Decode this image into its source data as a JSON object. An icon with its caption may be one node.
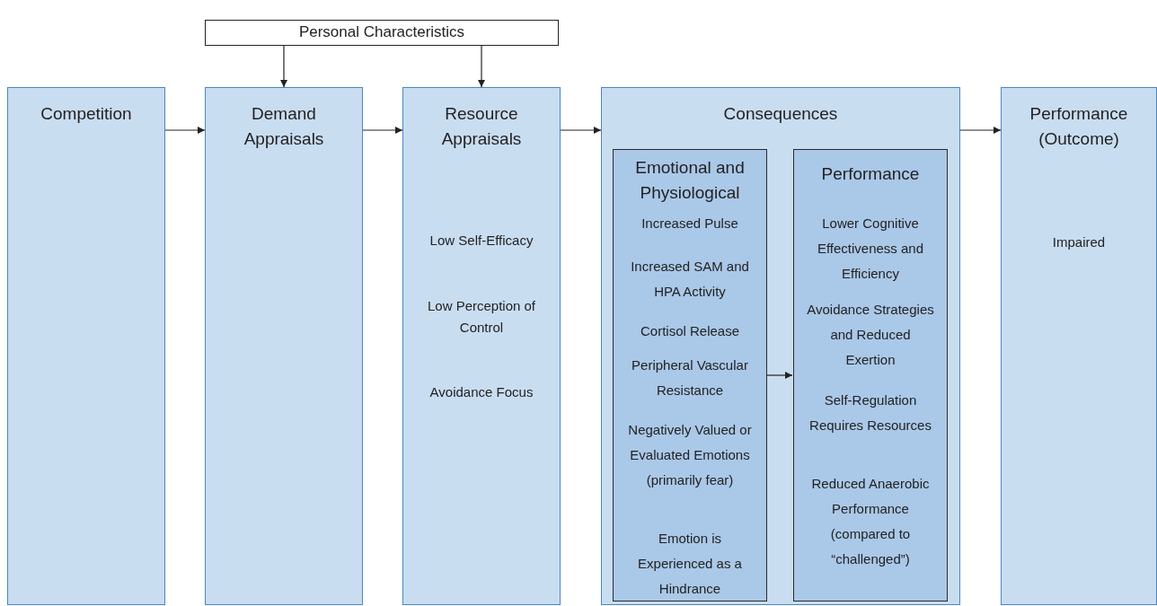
{
  "diagram": {
    "nodes": [
      {
        "text": [
          "Personal Characteristics"
        ]
      },
      {
        "text": [
          "Competition"
        ]
      },
      {
        "text": [
          "Demand Appraisals"
        ]
      },
      {
        "text": [
          "Resource Appraisals",
          "Low Self-Efficacy",
          "Low Perception of Control",
          "Avoidance Focus"
        ]
      },
      {
        "text": [
          "Consequences"
        ]
      },
      {
        "text": [
          "Emotional and Physiological",
          "Increased Pulse",
          "Increased SAM and HPA Activity",
          "Cortisol Release",
          "Peripheral Vascular Resistance",
          "Negatively Valued or Evaluated Emotions (primarily fear)",
          "Emotion is Experienced as a Hindrance"
        ],
        "in": 4
      },
      {
        "text": [
          "Performance",
          "Lower Cognitive Effectiveness and Efficiency",
          "Avoidance Strategies and Reduced Exertion",
          "Self-Regulation Requires Resources",
          "Reduced Anaerobic Performance (compared to “challenged”)"
        ],
        "in": 4
      },
      {
        "text": [
          "Performance (Outcome)",
          "Impaired"
        ]
      }
    ],
    "edges": [
      {
        "from": 0,
        "to": 2,
        "arrow": "to"
      },
      {
        "from": 0,
        "to": 3,
        "arrow": "to"
      },
      {
        "from": 1,
        "to": 2,
        "arrow": "to"
      },
      {
        "from": 2,
        "to": 3,
        "arrow": "to"
      },
      {
        "from": 3,
        "to": 4,
        "arrow": "to"
      },
      {
        "from": 5,
        "to": 6,
        "arrow": "to"
      },
      {
        "from": 4,
        "to": 7,
        "arrow": "to"
      }
    ]
  }
}
